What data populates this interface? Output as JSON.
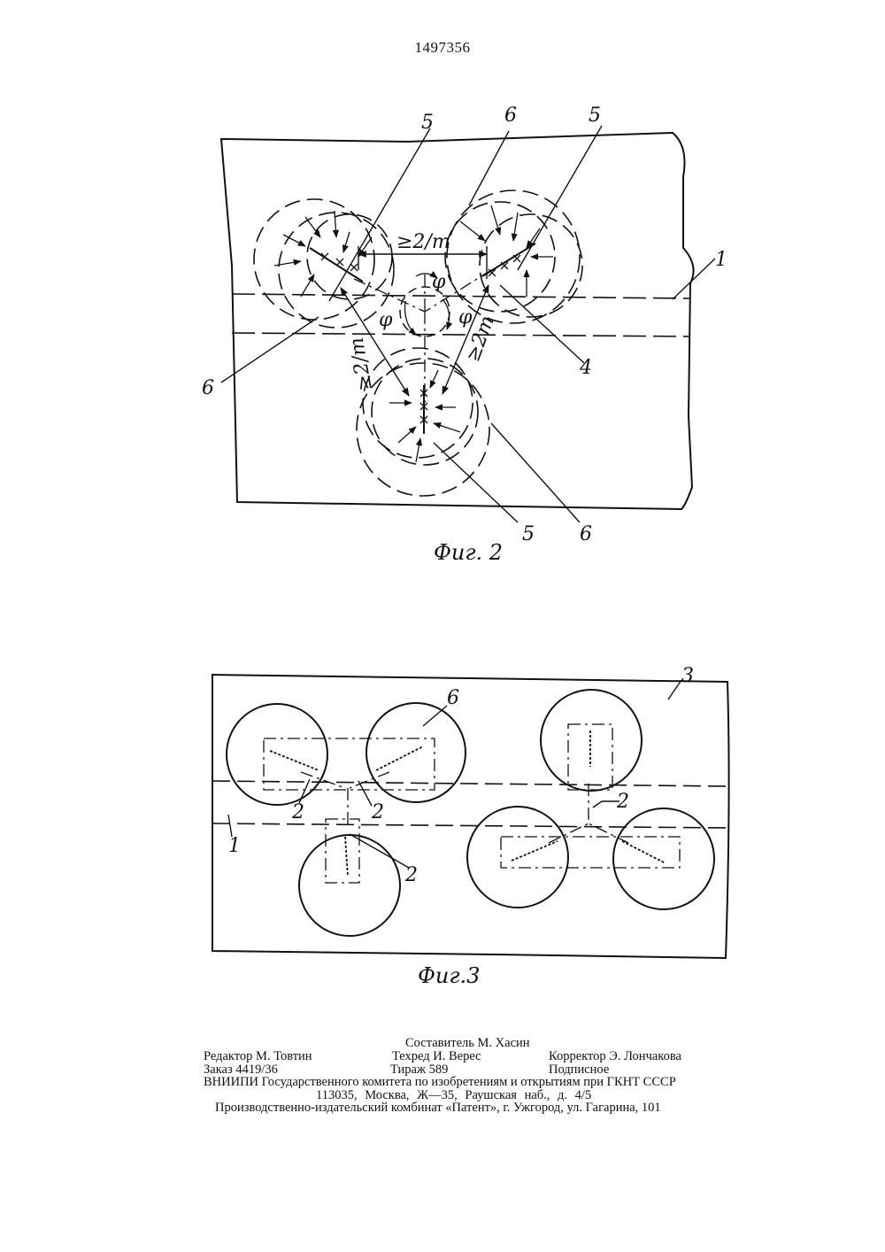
{
  "header": {
    "patent_number": "1497356"
  },
  "figure2": {
    "caption": "Фиг. 2",
    "labels": {
      "n5a": "5",
      "n6top": "6",
      "n5b": "5",
      "n1": "1",
      "n6left": "6",
      "n4": "4",
      "n5bottom": "5",
      "n6bottom": "6",
      "dim_top": "≥2/m",
      "dim_left": "≥2/m",
      "dim_right": "≥2m",
      "phi1": "φ",
      "phi2": "φ",
      "phi3": "φ"
    }
  },
  "figure3": {
    "caption": "Фиг.3",
    "labels": {
      "n3": "3",
      "n6": "6",
      "n1": "1",
      "n2a": "2",
      "n2b": "2",
      "n2c": "2",
      "n2d": "2"
    }
  },
  "footer": {
    "compiler": "Составитель М. Хасин",
    "editor": "Редактор М. Товтин",
    "techred": "Техред И. Верес",
    "corrector": "Корректор Э. Лончакова",
    "order": "Заказ 4419/36",
    "circulation": "Тираж 589",
    "subscription": "Подписное",
    "org": "ВНИИПИ Государственного комитета по изобретениям и открытиям при ГКНТ СССР",
    "address": "113035, Москва, Ж—35, Раушская наб., д. 4/5",
    "plant": "Производственно-издательский комбинат «Патент», г. Ужгород, ул. Гагарина, 101"
  }
}
